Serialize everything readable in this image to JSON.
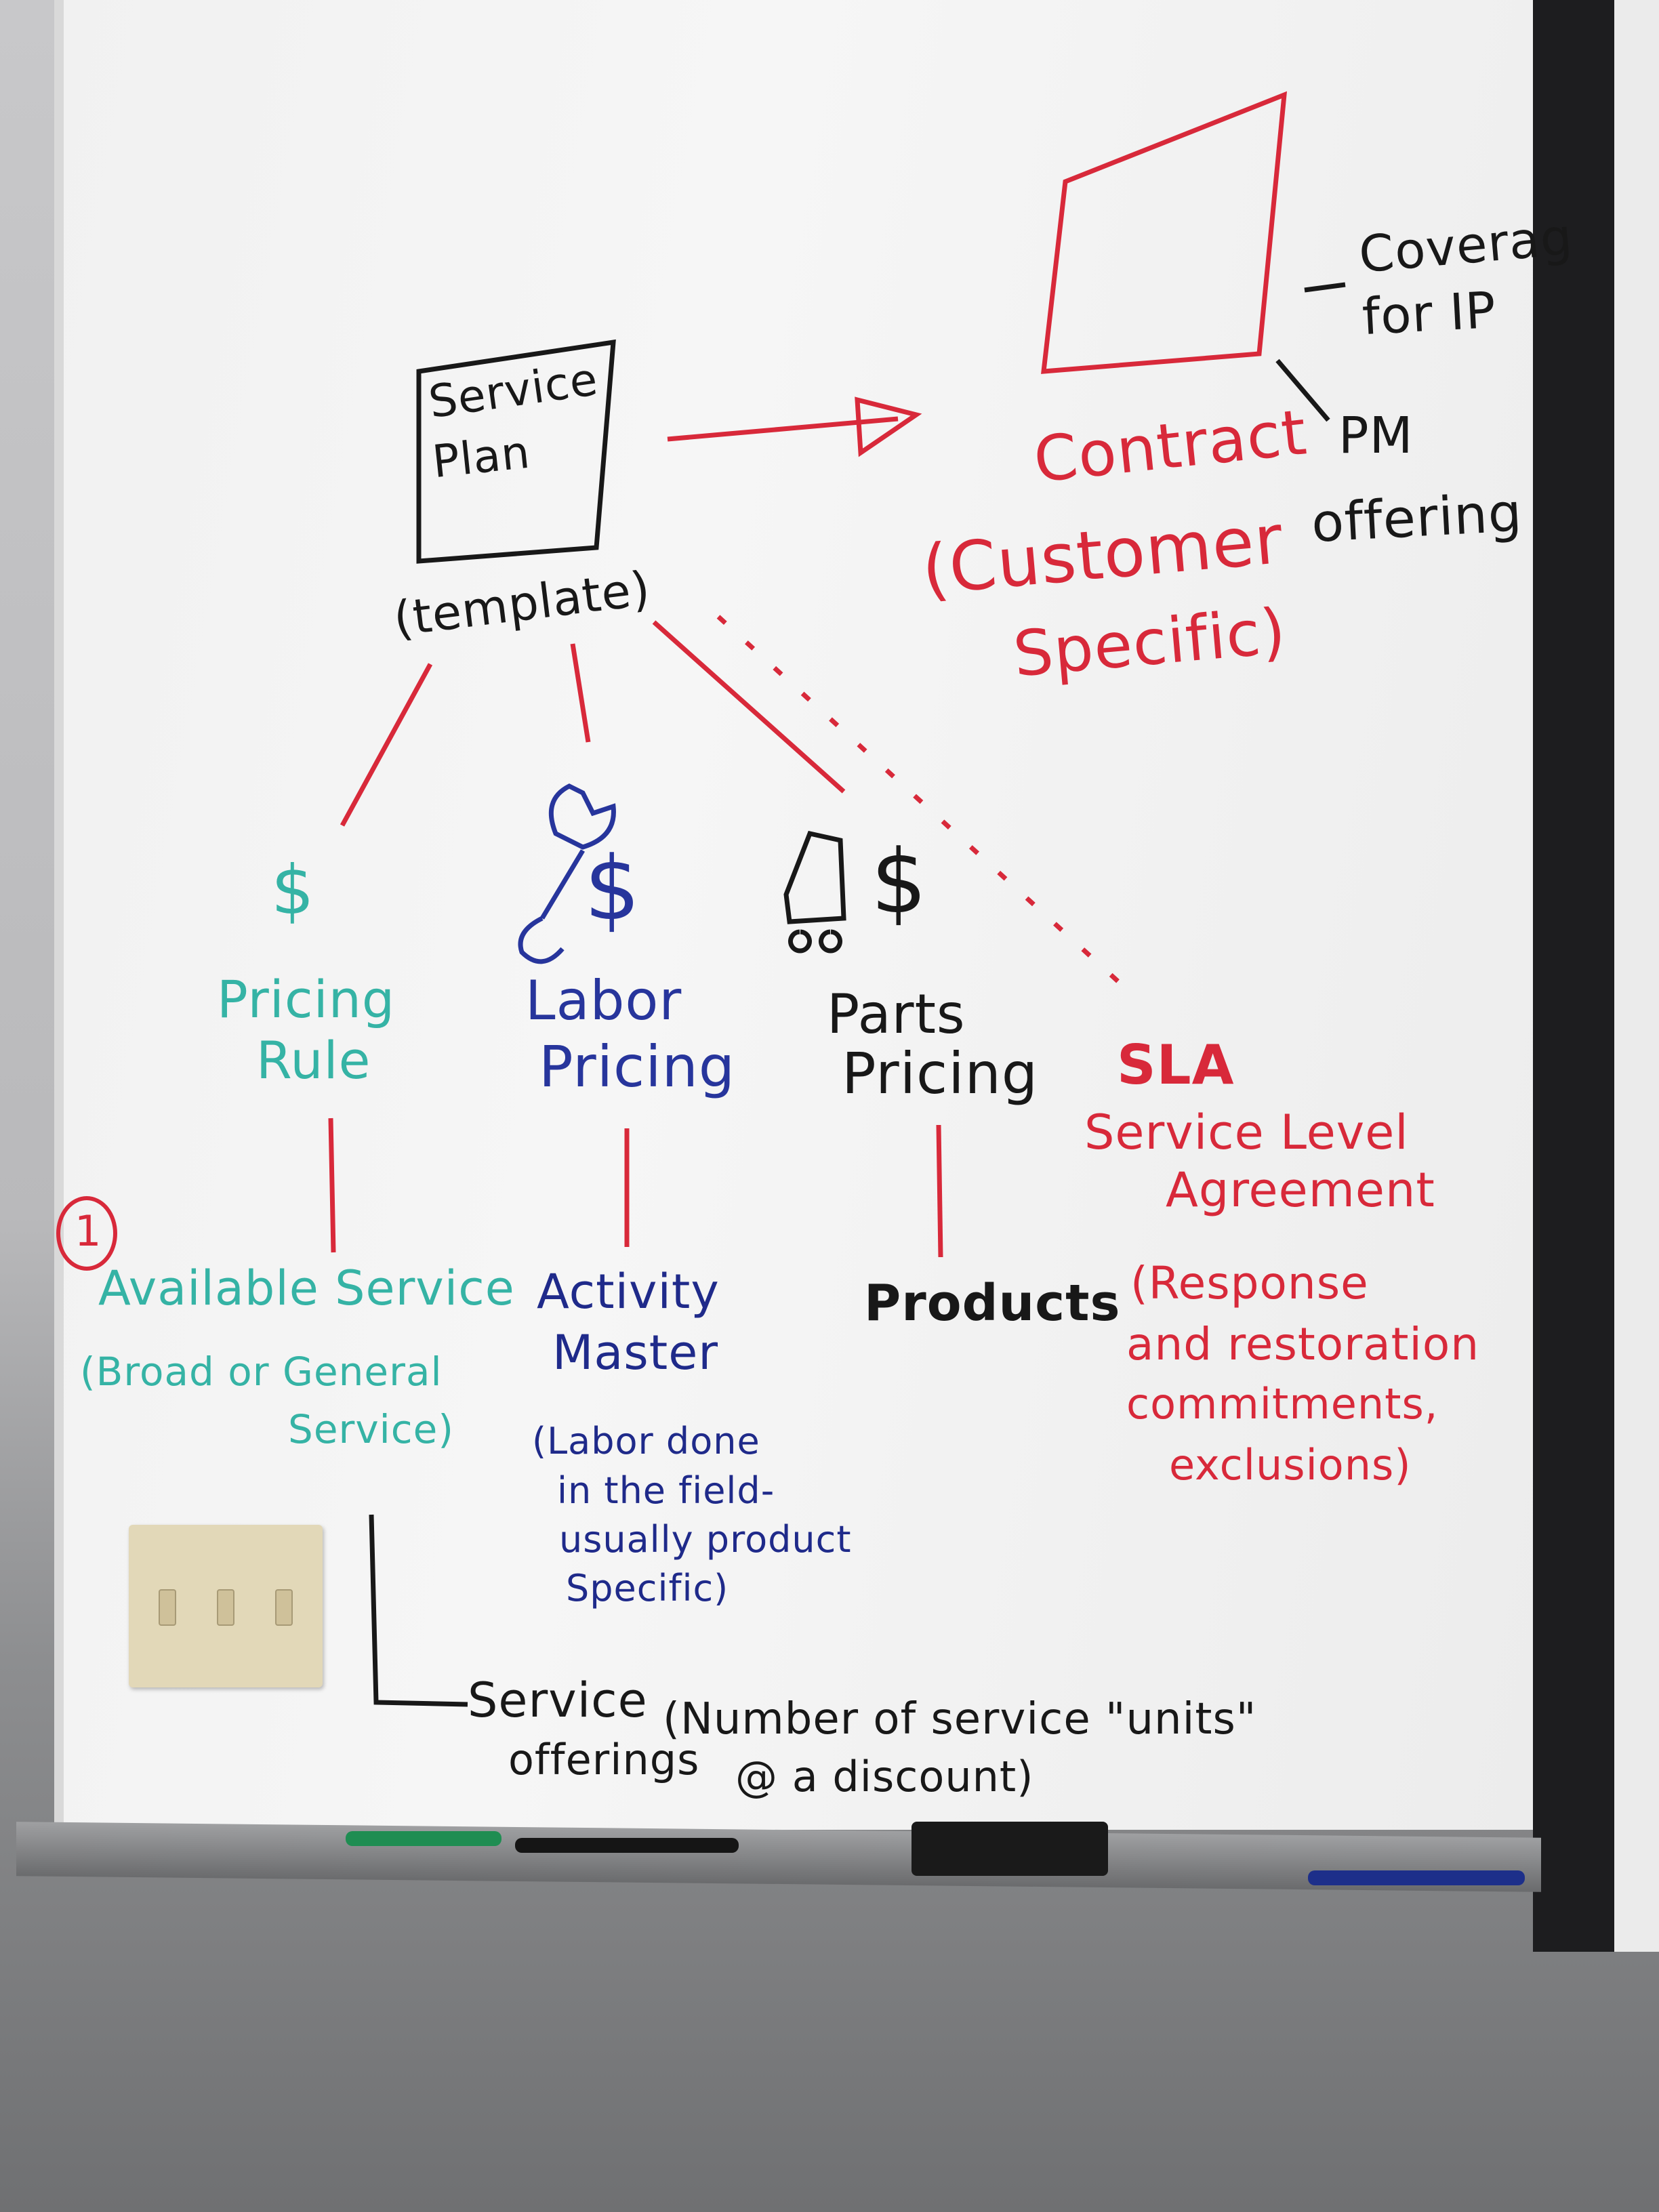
{
  "nodes": {
    "service_plan": {
      "line1": "Service",
      "line2": "Plan",
      "sub": "(template)"
    },
    "contract": {
      "title": "Contract",
      "sub1": "(Customer",
      "sub2": "Specific)"
    },
    "coverage": {
      "line1": "Coverag",
      "line2": "for IP"
    },
    "pm": {
      "line1": "PM",
      "line2": "offering"
    },
    "pricing_rule": {
      "symbol": "$",
      "line1": "Pricing",
      "line2": "Rule"
    },
    "labor_pricing": {
      "symbol": "$",
      "line1": "Labor",
      "line2": "Pricing"
    },
    "parts_pricing": {
      "symbol": "$",
      "line1": "Parts",
      "line2": "Pricing"
    },
    "sla": {
      "abbr": "SLA",
      "line1": "Service Level",
      "line2": "Agreement",
      "note1": "(Response",
      "note2": "and restoration",
      "note3": "commitments,",
      "note4": "exclusions)"
    },
    "available_service": {
      "number": "1",
      "title": "Available Service",
      "note1": "(Broad or General",
      "note2": "Service)"
    },
    "activity_master": {
      "line1": "Activity",
      "line2": "Master",
      "note1": "(Labor done",
      "note2": "in the field-",
      "note3": "usually product",
      "note4": "Specific)"
    },
    "products": {
      "title": "Products"
    },
    "service_offerings": {
      "line1": "Service",
      "line2": "offerings",
      "note1": "(Number of service \"units\"",
      "note2": "@ a discount)"
    }
  },
  "colors": {
    "red": "#d8293a",
    "black": "#181818",
    "teal": "#35b3a5",
    "blue": "#27359c",
    "navy": "#1f2a8a"
  }
}
